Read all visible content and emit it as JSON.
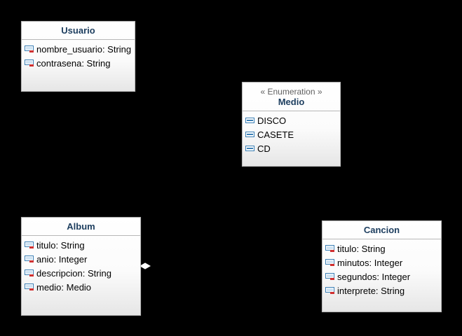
{
  "diagram": {
    "classes": {
      "usuario": {
        "name": "Usuario",
        "attributes": [
          {
            "text": "nombre_usuario: String",
            "icon": "attribute-icon"
          },
          {
            "text": "contrasena: String",
            "icon": "attribute-icon"
          }
        ]
      },
      "medio": {
        "stereotype": "« Enumeration »",
        "name": "Medio",
        "literals": [
          {
            "text": "DISCO",
            "icon": "enum-literal-icon"
          },
          {
            "text": "CASETE",
            "icon": "enum-literal-icon"
          },
          {
            "text": "CD",
            "icon": "enum-literal-icon"
          }
        ]
      },
      "album": {
        "name": "Album",
        "attributes": [
          {
            "text": "titulo: String",
            "icon": "attribute-icon"
          },
          {
            "text": "anio: Integer",
            "icon": "attribute-icon"
          },
          {
            "text": "descripcion: String",
            "icon": "attribute-icon"
          },
          {
            "text": "medio: Medio",
            "icon": "attribute-icon"
          }
        ]
      },
      "cancion": {
        "name": "Cancion",
        "attributes": [
          {
            "text": "titulo: String",
            "icon": "attribute-icon"
          },
          {
            "text": "minutos: Integer",
            "icon": "attribute-icon"
          },
          {
            "text": "segundos: Integer",
            "icon": "attribute-icon"
          },
          {
            "text": "interprete: String",
            "icon": "attribute-icon"
          }
        ]
      }
    },
    "colors": {
      "background": "#000000",
      "class_title": "#1c3d5e",
      "class_border": "#b8b8b8",
      "attribute_icon_blue": "#3a7fb5",
      "attribute_icon_red": "#d03030"
    }
  }
}
